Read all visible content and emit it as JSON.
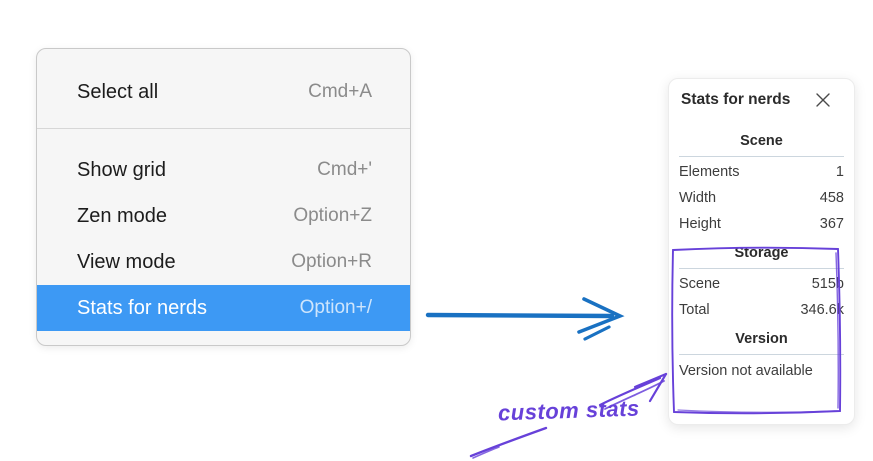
{
  "menu": {
    "items": [
      {
        "label": "Select all",
        "shortcut": "Cmd+A",
        "highlighted": false
      },
      {
        "label": "Show grid",
        "shortcut": "Cmd+'",
        "highlighted": false
      },
      {
        "label": "Zen mode",
        "shortcut": "Option+Z",
        "highlighted": false
      },
      {
        "label": "View mode",
        "shortcut": "Option+R",
        "highlighted": false
      },
      {
        "label": "Stats for nerds",
        "shortcut": "Option+/",
        "highlighted": true
      }
    ]
  },
  "panel": {
    "title": "Stats for nerds",
    "sections": [
      {
        "heading": "Scene",
        "rows": [
          {
            "label": "Elements",
            "value": "1"
          },
          {
            "label": "Width",
            "value": "458"
          },
          {
            "label": "Height",
            "value": "367"
          }
        ]
      },
      {
        "heading": "Storage",
        "rows": [
          {
            "label": "Scene",
            "value": "515b"
          },
          {
            "label": "Total",
            "value": "346.6k"
          }
        ]
      },
      {
        "heading": "Version",
        "message": "Version not available"
      }
    ]
  },
  "annotation": {
    "text": "custom stats"
  },
  "colors": {
    "menu_highlight": "#3d99f4",
    "arrow_blue": "#1971c2",
    "annotation_purple": "#6741d9"
  }
}
